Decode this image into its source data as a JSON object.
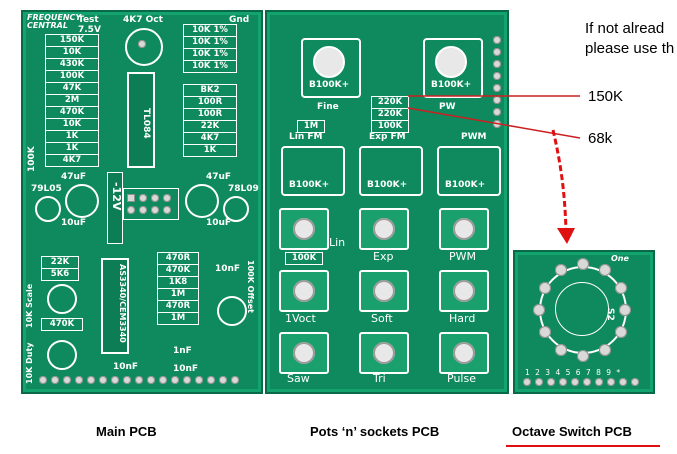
{
  "captions": {
    "main": "Main PCB",
    "pots": "Pots ‘n’ sockets PCB",
    "octave": "Octave Switch PCB"
  },
  "annotations": {
    "note_line1": "If not alread",
    "note_line2": "please use th",
    "value_150k": "150K",
    "value_68k": "68k"
  },
  "colors": {
    "pcb": "#0f8a5f",
    "silk": "#ffffff",
    "arrow": "#e01010",
    "underline": "#e01010"
  },
  "main_pcb": {
    "brand_line1": "FREQUENCY",
    "brand_line2": "CENTRAL",
    "test": "Test",
    "test_voltage": "7.5V",
    "pot_label": "4K7 Oct",
    "gnd": "Gnd",
    "ic_tl084": "TL084",
    "left_resistors": [
      "150K",
      "10K",
      "430K",
      "100K",
      "47K",
      "2M",
      "470K",
      "10K",
      "1K",
      "1K",
      "4K7"
    ],
    "right_resistors": [
      "10K 1%",
      "10K 1%",
      "10K 1%",
      "10K 1%",
      "BK2",
      "100R",
      "100R",
      "22K",
      "4K7",
      "1K"
    ],
    "cap_left": "47uF",
    "cap_right": "47uF",
    "reg_left": "79L05",
    "reg_right": "78L09",
    "cap_10uf_left": "10uF",
    "cap_10uf_right": "10uF",
    "power": "-12V",
    "side_100k": "100K",
    "lower_left_resistors": [
      "22K",
      "5K6"
    ],
    "lower_mid_resistors": [
      "470R",
      "470K",
      "1K8",
      "1M",
      "470R",
      "1M"
    ],
    "ic_as3340": "AS3340/CEM3340",
    "label_scale": "10K Scale",
    "label_duty": "10K Duty",
    "label_470k": "470K",
    "label_offset": "100K Offset",
    "caps_bottom": [
      "10nF",
      "10nF",
      "1nF",
      "10nF"
    ]
  },
  "pots_pcb": {
    "top_pots": [
      "B100K+",
      "B100K+"
    ],
    "top_labels": [
      "Fine",
      "PW"
    ],
    "res_stack": [
      "220K",
      "220K",
      "100K"
    ],
    "res_1m": "1M",
    "lin_fm": "Lin FM",
    "exp_fm": "Exp FM",
    "pwm_label": "PWM",
    "mid_pots": [
      "B100K+",
      "B100K+",
      "B100K+"
    ],
    "res_100k": "100K",
    "jack_labels": [
      "Lin",
      "Exp",
      "PWM",
      "1Voct",
      "Soft",
      "Hard",
      "Saw",
      "Tri",
      "Pulse"
    ]
  },
  "octave_pcb": {
    "one": "One",
    "s2": "S2",
    "numbers": "1 2 3 4 5 6 7 8 9 *"
  }
}
